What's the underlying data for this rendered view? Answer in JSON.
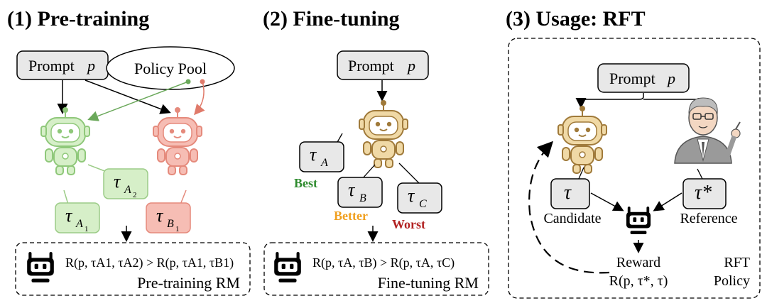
{
  "panels": [
    {
      "title": "(1) Pre-training"
    },
    {
      "title": "(2) Fine-tuning"
    },
    {
      "title": "(3) Usage: RFT"
    }
  ],
  "pretrain": {
    "prompt_label": "Prompt",
    "prompt_var": "p",
    "policy_pool": "Policy Pool",
    "tau": "τ",
    "sub_A2": "A",
    "sub_A2_n": "2",
    "sub_A1": "A",
    "sub_A1_n": "1",
    "sub_B1": "B",
    "sub_B1_n": "1",
    "rm_formula": "R(p, τA1, τA2) > R(p, τA1, τB1)",
    "rm_label": "Pre-training RM"
  },
  "finetune": {
    "prompt_label": "Prompt",
    "prompt_var": "p",
    "tau": "τ",
    "a": "A",
    "b": "B",
    "c": "C",
    "best": "Best",
    "better": "Better",
    "worst": "Worst",
    "rm_formula": "R(p, τA, τB) > R(p, τA, τC)",
    "rm_label": "Fine-tuning RM"
  },
  "usage": {
    "prompt_label": "Prompt",
    "prompt_var": "p",
    "tau": "τ",
    "tau_star": "τ*",
    "candidate": "Candidate",
    "reference": "Reference",
    "reward": "Reward",
    "reward_formula": "R(p, τ*, τ)",
    "rft_line1": "RFT",
    "rft_line2": "Policy"
  },
  "colors": {
    "green_fill": "#d6efc8",
    "green_stroke": "#9ccc87",
    "red_fill": "#f6bdb4",
    "red_stroke": "#e58a7c",
    "gray_fill": "#e8e8e8",
    "best": "#2e8b2e",
    "better": "#f0a020",
    "worst": "#b22222"
  },
  "icons": [
    "robot-green-icon",
    "robot-red-icon",
    "robot-yellow-icon",
    "reward-model-bot-icon",
    "teacher-icon"
  ]
}
